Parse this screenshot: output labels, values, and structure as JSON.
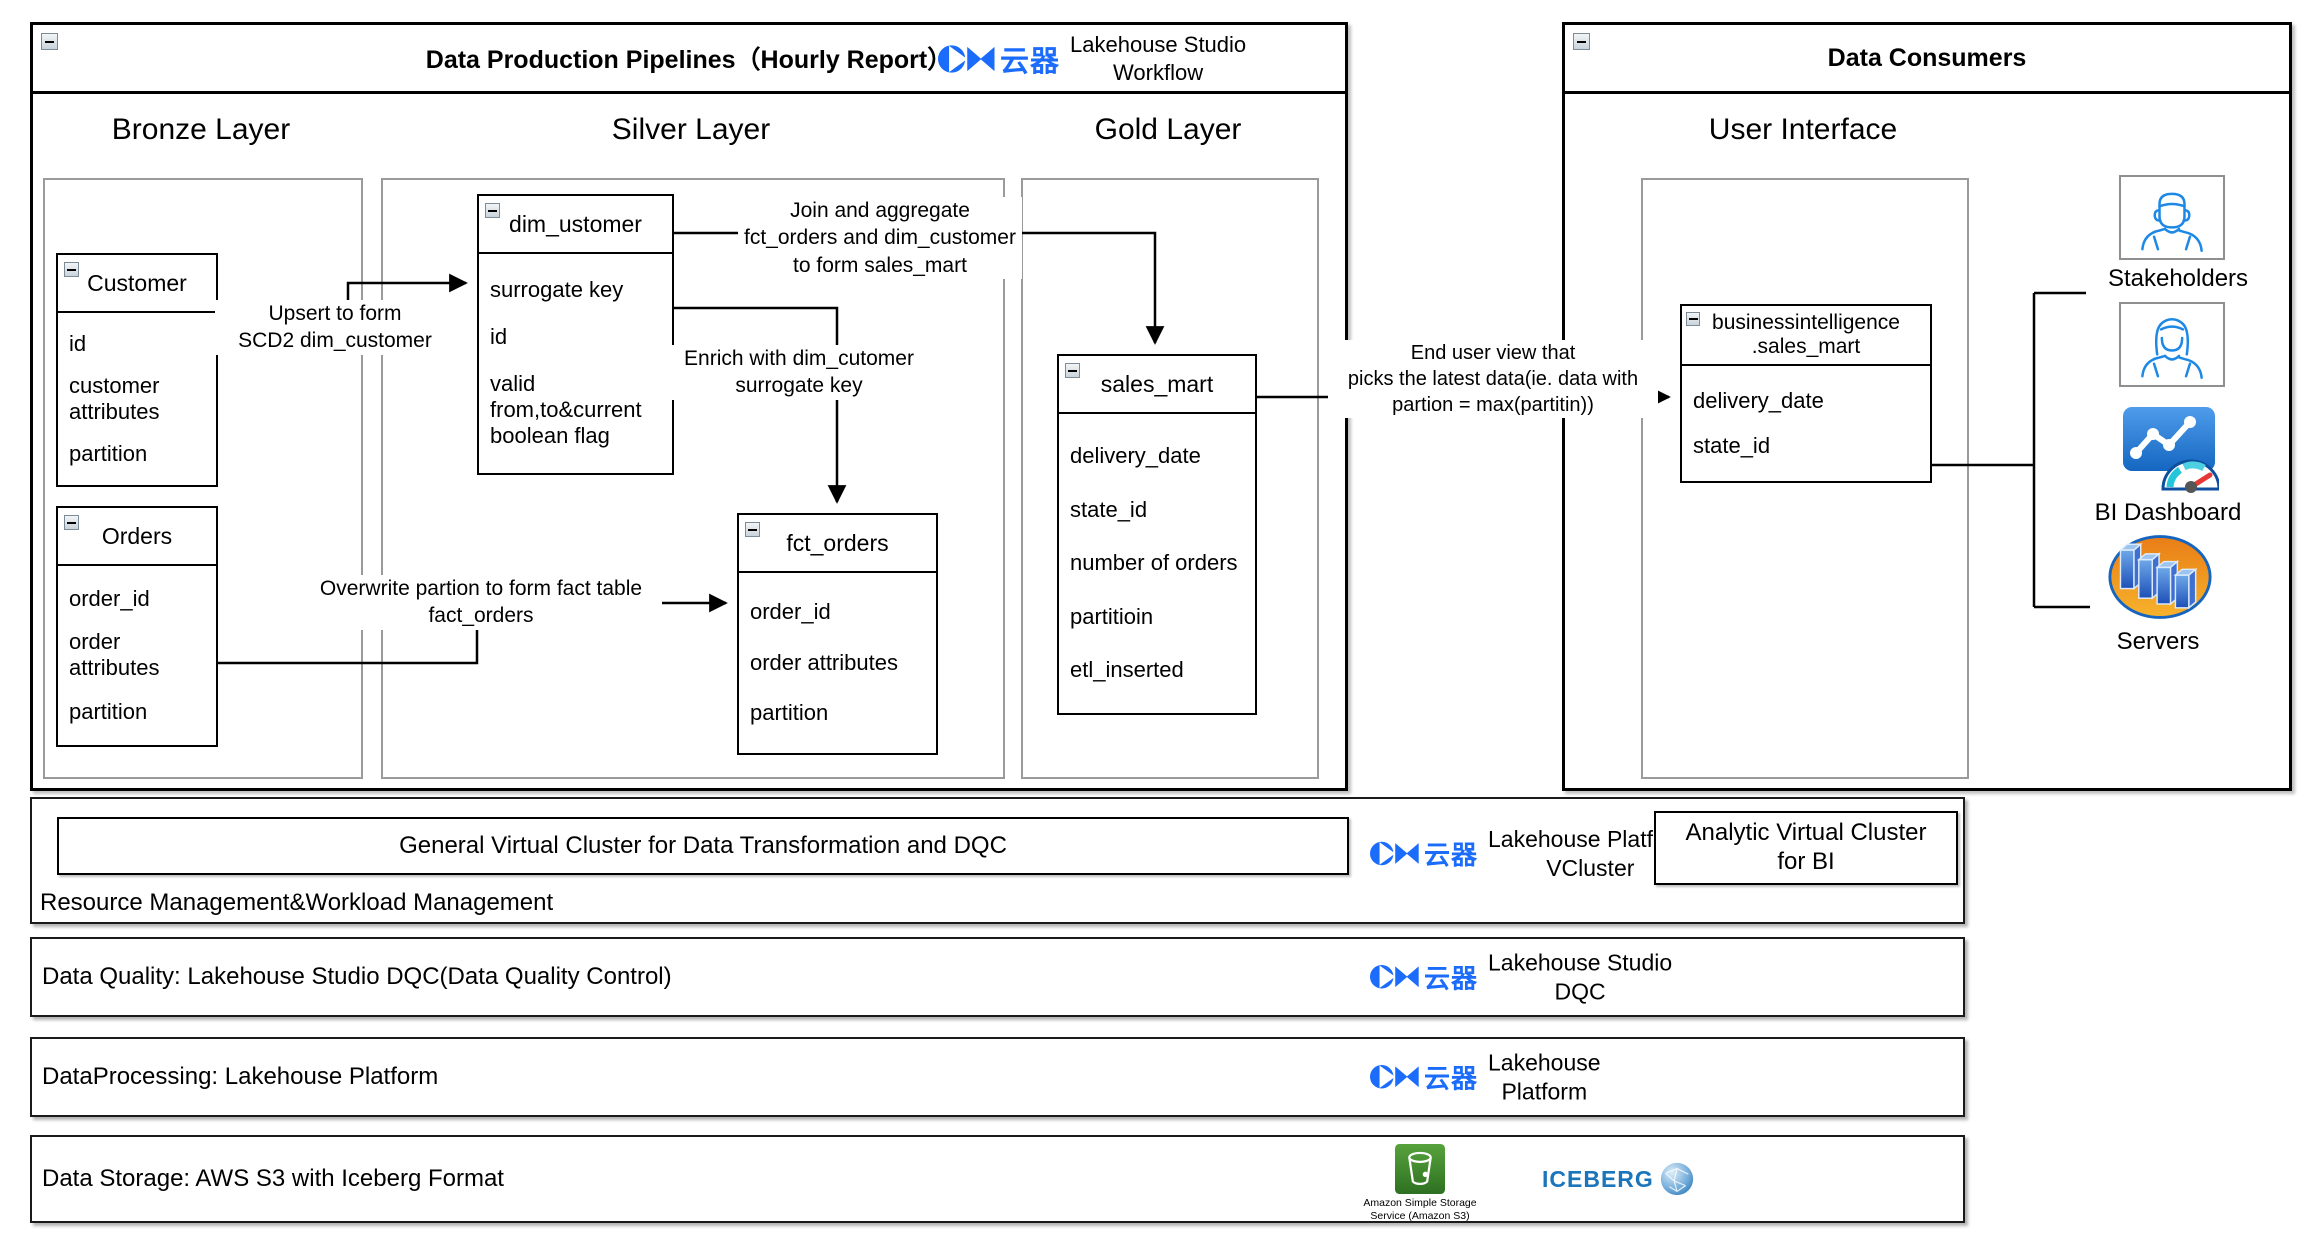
{
  "pipeline": {
    "title": "Data Production Pipelines（Hourly Report）",
    "brand": "云器",
    "logo_line1": "Lakehouse Studio",
    "logo_line2": "Workflow",
    "layers": [
      "Bronze Layer",
      "Silver Layer",
      "Gold Layer"
    ]
  },
  "consumers": {
    "title": "Data Consumers",
    "subtitle": "User Interface",
    "stakeholders_label": "Stakeholders",
    "bi_dashboard_label": "BI Dashboard",
    "servers_label": "Servers"
  },
  "tables": {
    "customer": {
      "title": "Customer",
      "fields": [
        "id",
        "customer attributes",
        "partition"
      ]
    },
    "orders": {
      "title": "Orders",
      "fields": [
        "order_id",
        "order attributes",
        "partition"
      ]
    },
    "dim_customer": {
      "title": "dim_ustomer",
      "fields": [
        "surrogate key",
        "id",
        "valid from,to&current boolean flag"
      ]
    },
    "fct_orders": {
      "title": "fct_orders",
      "fields": [
        "order_id",
        "order attributes",
        "partition"
      ]
    },
    "sales_mart": {
      "title": "sales_mart",
      "fields": [
        "delivery_date",
        "state_id",
        "number of orders",
        "partitioin",
        "etl_inserted"
      ]
    },
    "bi_view": {
      "title_line1": "businessintelligence",
      "title_line2": ".sales_mart",
      "fields": [
        "delivery_date",
        "state_id"
      ]
    }
  },
  "edge_labels": {
    "upsert": [
      "Upsert to form",
      "SCD2 dim_customer"
    ],
    "overwrite": [
      "Overwrite partion to form fact table",
      "fact_orders"
    ],
    "join": [
      "Join and aggregate",
      "fct_orders and dim_customer",
      "to form sales_mart"
    ],
    "enrich": [
      "Enrich with dim_cutomer",
      "surrogate key"
    ],
    "end_user": [
      "End user view that",
      "picks the latest data(ie. data with",
      "partion = max(partitin))"
    ]
  },
  "bars": {
    "resource": {
      "cluster_box": "General Virtual Cluster for Data Transformation and DQC",
      "label": "Resource Management&Workload Management",
      "logo_line1": "Lakehouse Platform",
      "logo_line2": "VCluster",
      "analytic_box": "Analytic Virtual Cluster for BI"
    },
    "quality": {
      "label": "Data Quality: Lakehouse Studio DQC(Data Quality Control)",
      "logo_line1": "Lakehouse Studio",
      "logo_line2": "DQC"
    },
    "processing": {
      "label": "DataProcessing: Lakehouse Platform",
      "logo_line1": "Lakehouse",
      "logo_line2": "Platform"
    },
    "storage": {
      "label": "Data Storage: AWS S3 with Iceberg Format",
      "s3_caption1": "Amazon Simple Storage",
      "s3_caption2": "Service (Amazon S3)",
      "iceberg_label": "ICEBERG"
    }
  },
  "colors": {
    "brand_blue": "#1b6cfb",
    "line_black": "#000000",
    "container_gray": "#9a9a9a",
    "iceberg_blue": "#1a75bb",
    "s3_green": "#3f8624",
    "person_blue": "#1e88e5"
  }
}
